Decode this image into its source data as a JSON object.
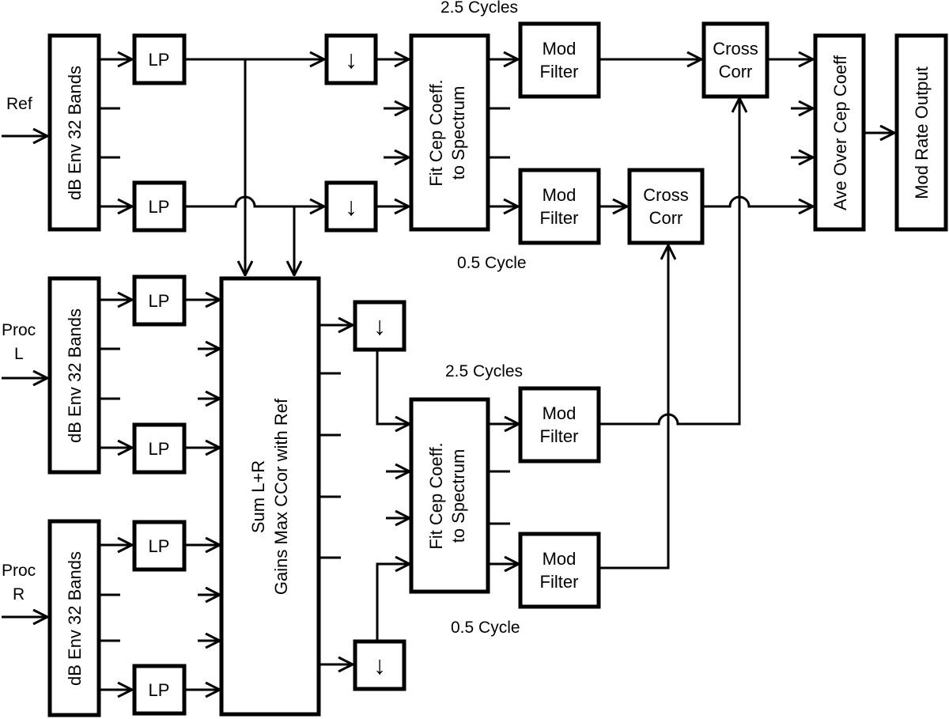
{
  "inputs": {
    "ref": "Ref",
    "proc_l_line1": "Proc",
    "proc_l_line2": "L",
    "proc_r_line1": "Proc",
    "proc_r_line2": "R"
  },
  "blocks": {
    "env_bands": "dB Env 32 Bands",
    "lowpass": "LP",
    "downsample_symbol": "↓",
    "fit_line1": "Fit Cep Coeff.",
    "fit_line2": "to Spectrum",
    "mod_filter_line1": "Mod",
    "mod_filter_line2": "Filter",
    "cross_corr_line1": "Cross",
    "cross_corr_line2": "Corr",
    "sum_line1": "Sum L+R",
    "sum_line2": "Gains Max CCor with Ref",
    "average": "Ave Over Cep Coeff",
    "output": "Mod Rate Output"
  },
  "labels": {
    "cycles_high": "2.5 Cycles",
    "cycles_low": "0.5 Cycle"
  }
}
